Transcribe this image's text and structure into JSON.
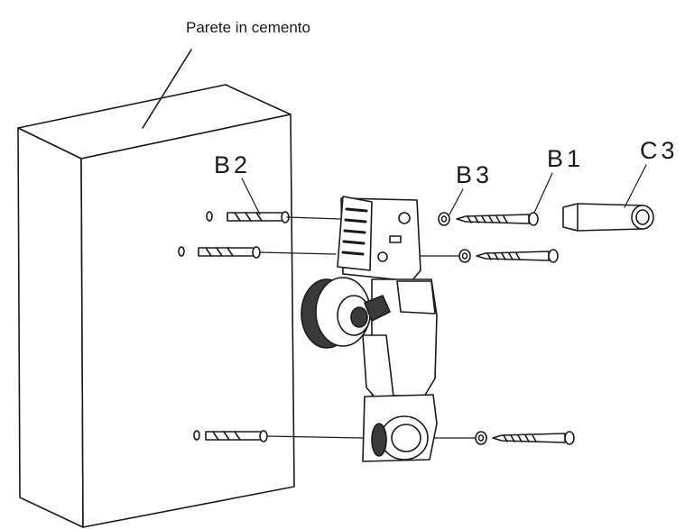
{
  "labels": {
    "wall": "Parete in cemento",
    "b2": "B2",
    "b3": "B3",
    "b1": "B1",
    "c3": "C3"
  },
  "colors": {
    "line": "#1a1a1a",
    "fill": "#ffffff",
    "shade": "#3a3a3a"
  }
}
